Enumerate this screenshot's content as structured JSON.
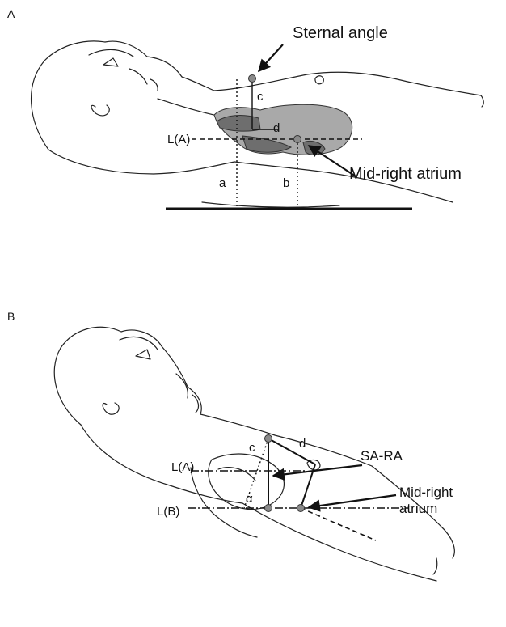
{
  "panel_a": {
    "letter": "A",
    "sternal_angle": "Sternal angle",
    "mid_right_atrium": "Mid-right atrium",
    "level": "L(A)",
    "label_a": "a",
    "label_b": "b",
    "label_c": "c",
    "label_d": "d"
  },
  "panel_b": {
    "letter": "B",
    "level_a": "L(A)",
    "level_b": "L(B)",
    "label_c": "c",
    "label_d": "d",
    "sa_ra": "SA-RA",
    "mid_right_line1": "Mid-right",
    "mid_right_line2": "atrium",
    "alpha": "α"
  },
  "colors": {
    "heart_fill": "#a9a9a9",
    "heart_dark": "#6e6e6e",
    "marker": "#8a8a8a",
    "line": "#111111"
  }
}
